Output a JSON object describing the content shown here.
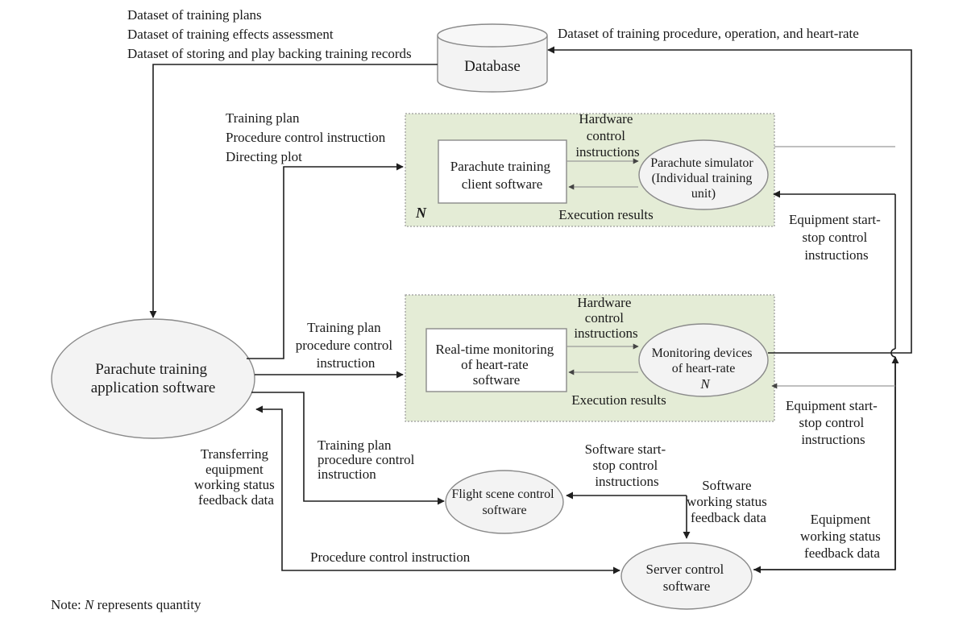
{
  "colors": {
    "line": "#1f1f1f",
    "panel_fill": "#e4ecd6",
    "panel_border": "#9a9a9a",
    "box_fill": "#ffffff",
    "ellipse_fill": "#f3f3f3"
  },
  "nodes": {
    "database": "Database",
    "app_software": [
      "Parachute training",
      "application software"
    ],
    "client_software": [
      "Parachute training",
      "client software"
    ],
    "parachute_simulator": [
      "Parachute simulator",
      "(Individual training",
      "unit)"
    ],
    "heart_rate_software": [
      "Real-time monitoring",
      "of heart-rate",
      "software"
    ],
    "heart_rate_devices": [
      "Monitoring devices",
      "of heart-rate"
    ],
    "flight_scene": [
      "Flight scene control",
      "software"
    ],
    "server_control": [
      "Server control",
      "software"
    ]
  },
  "quantity_marks": {
    "panel1": "N",
    "devices": "N"
  },
  "labels": {
    "db_datasets": [
      "Dataset of training plans",
      "Dataset of training effects assessment",
      "Dataset of storing and play backing training records"
    ],
    "db_input": "Dataset of training procedure, operation, and heart-rate",
    "plan_to_client": [
      "Training plan",
      "Procedure control instruction",
      "Directing plot"
    ],
    "hw_control_1": [
      "Hardware",
      "control",
      "instructions"
    ],
    "exec_results_1": "Execution results",
    "equip_start_stop_1": [
      "Equipment start-",
      "stop control",
      "instructions"
    ],
    "plan_to_monitor": [
      "Training plan",
      "procedure control",
      "instruction"
    ],
    "hw_control_2": [
      "Hardware",
      "control",
      "instructions"
    ],
    "exec_results_2": "Execution results",
    "equip_start_stop_2": [
      "Equipment start-",
      "stop control",
      "instructions"
    ],
    "transfer_feedback": [
      "Transferring",
      "equipment",
      "working status",
      "feedback data"
    ],
    "plan_to_flight": [
      "Training plan",
      "procedure control",
      "instruction"
    ],
    "software_start_stop": [
      "Software start-",
      "stop control",
      "instructions"
    ],
    "software_status": [
      "Software",
      "working status",
      "feedback data"
    ],
    "equip_status": [
      "Equipment",
      "working status",
      "feedback data"
    ],
    "procedure_ctrl": "Procedure control instruction"
  },
  "note": {
    "prefix": "Note: ",
    "symbol": "N",
    "suffix": " represents quantity"
  }
}
